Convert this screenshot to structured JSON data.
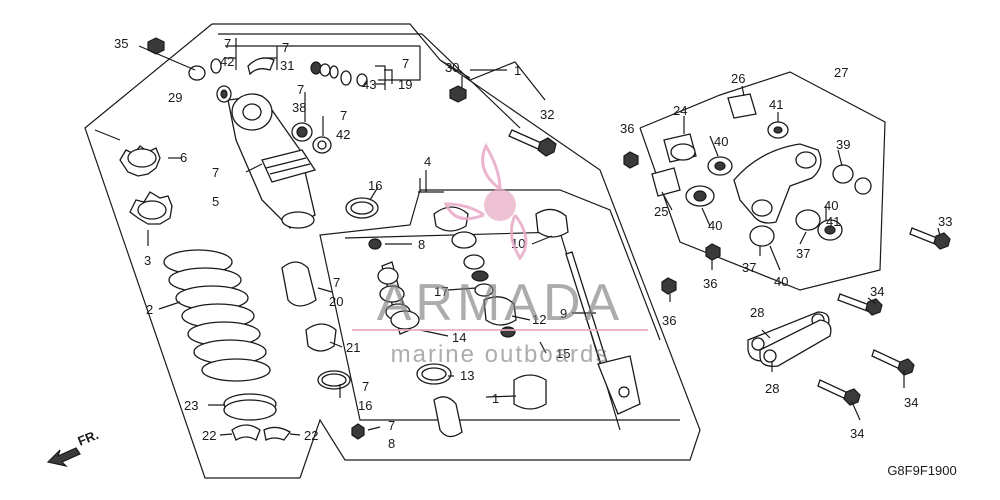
{
  "diagram": {
    "code": "G8F9F1900",
    "front_marker": "FR.",
    "callouts": [
      {
        "id": "c35",
        "text": "35"
      },
      {
        "id": "c29",
        "text": "29"
      },
      {
        "id": "c7a",
        "text": "7"
      },
      {
        "id": "c42a",
        "text": "42"
      },
      {
        "id": "c7b",
        "text": "7"
      },
      {
        "id": "c31",
        "text": "31"
      },
      {
        "id": "c7c",
        "text": "7"
      },
      {
        "id": "c43",
        "text": "43"
      },
      {
        "id": "c19",
        "text": "19"
      },
      {
        "id": "c30",
        "text": "30"
      },
      {
        "id": "c1a",
        "text": "1"
      },
      {
        "id": "c32",
        "text": "32"
      },
      {
        "id": "c7d",
        "text": "7"
      },
      {
        "id": "c38",
        "text": "38"
      },
      {
        "id": "c7e",
        "text": "7"
      },
      {
        "id": "c42b",
        "text": "42"
      },
      {
        "id": "c6",
        "text": "6"
      },
      {
        "id": "c5",
        "text": "5"
      },
      {
        "id": "c7f",
        "text": "7"
      },
      {
        "id": "c3",
        "text": "3"
      },
      {
        "id": "c2",
        "text": "2"
      },
      {
        "id": "c23",
        "text": "23"
      },
      {
        "id": "c22a",
        "text": "22"
      },
      {
        "id": "c22b",
        "text": "22"
      },
      {
        "id": "c16a",
        "text": "16"
      },
      {
        "id": "c4",
        "text": "4"
      },
      {
        "id": "c8a",
        "text": "8"
      },
      {
        "id": "c7g",
        "text": "7"
      },
      {
        "id": "c20",
        "text": "20"
      },
      {
        "id": "c21",
        "text": "21"
      },
      {
        "id": "c7h",
        "text": "7"
      },
      {
        "id": "c16b",
        "text": "16"
      },
      {
        "id": "c7i",
        "text": "7"
      },
      {
        "id": "c8b",
        "text": "8"
      },
      {
        "id": "c17",
        "text": "17"
      },
      {
        "id": "c12",
        "text": "12"
      },
      {
        "id": "c14",
        "text": "14"
      },
      {
        "id": "c13",
        "text": "13"
      },
      {
        "id": "c11",
        "text": "1"
      },
      {
        "id": "c9",
        "text": "9"
      },
      {
        "id": "c15",
        "text": "15"
      },
      {
        "id": "c10",
        "text": "10"
      },
      {
        "id": "c36a",
        "text": "36"
      },
      {
        "id": "c24",
        "text": "24"
      },
      {
        "id": "c26",
        "text": "26"
      },
      {
        "id": "c27",
        "text": "27"
      },
      {
        "id": "c41a",
        "text": "41"
      },
      {
        "id": "c40a",
        "text": "40"
      },
      {
        "id": "c25",
        "text": "25"
      },
      {
        "id": "c40b",
        "text": "40"
      },
      {
        "id": "c39",
        "text": "39"
      },
      {
        "id": "c40c",
        "text": "40"
      },
      {
        "id": "c41b",
        "text": "41"
      },
      {
        "id": "c37a",
        "text": "37"
      },
      {
        "id": "c37b",
        "text": "37"
      },
      {
        "id": "c40d",
        "text": "40"
      },
      {
        "id": "c36b",
        "text": "36"
      },
      {
        "id": "c36c",
        "text": "36"
      },
      {
        "id": "c33",
        "text": "33"
      },
      {
        "id": "c34a",
        "text": "34"
      },
      {
        "id": "c28a",
        "text": "28"
      },
      {
        "id": "c28b",
        "text": "28"
      },
      {
        "id": "c34b",
        "text": "34"
      },
      {
        "id": "c34c",
        "text": "34"
      }
    ]
  },
  "watermark": {
    "brand": "ARMADA",
    "tagline": "marine outboards",
    "logo_color": "#e8a9c6",
    "text_color": "#7d7d7d"
  }
}
